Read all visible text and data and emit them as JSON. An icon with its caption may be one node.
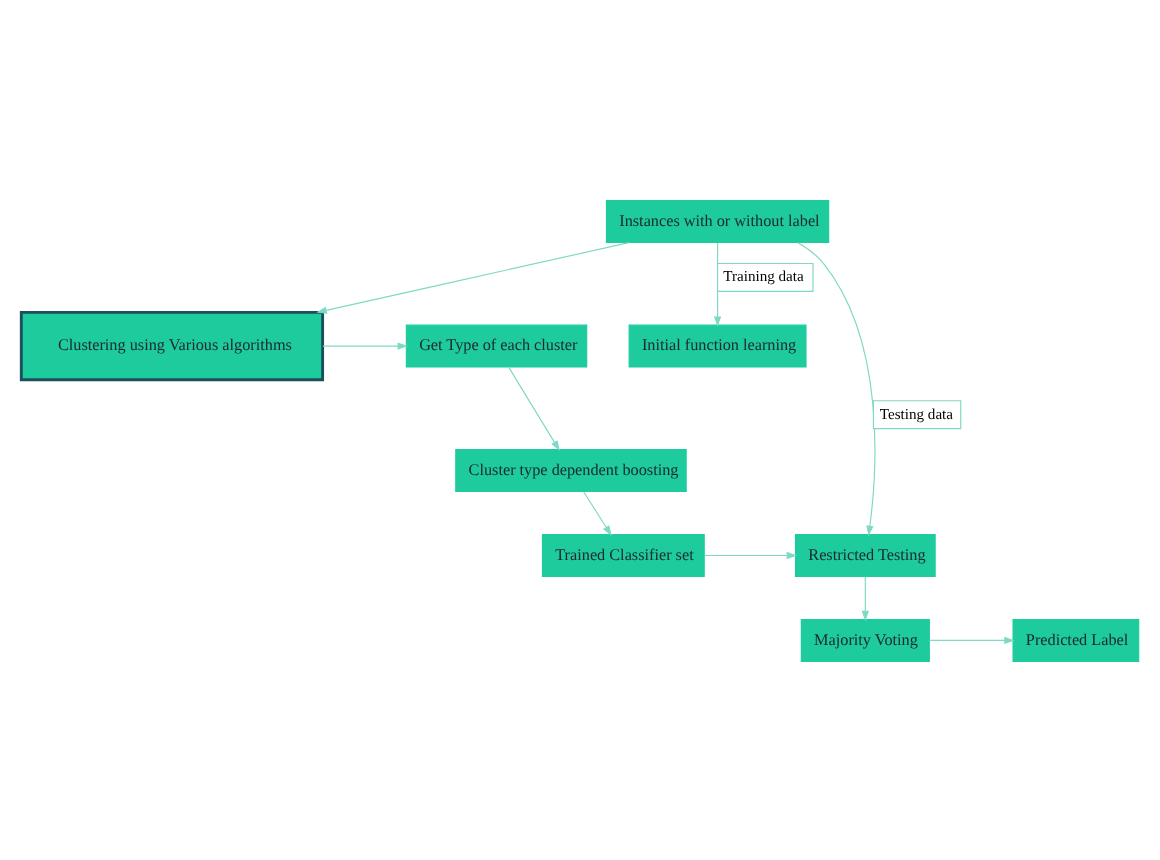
{
  "diagram": {
    "nodes": [
      {
        "text": [
          "Clustering using Various algorithms"
        ]
      },
      {
        "text": [
          "Initial function learning"
        ]
      },
      {
        "text": [
          "Get Type of each cluster"
        ]
      },
      {
        "text": [
          "Instances with or without label"
        ]
      },
      {
        "text": [
          "Cluster type dependent boosting"
        ]
      },
      {
        "text": [
          "Restricted Testing"
        ]
      },
      {
        "text": [
          "Trained Classifier set"
        ]
      },
      {
        "text": [
          "Majority Voting"
        ]
      },
      {
        "text": [
          "Predicted Label"
        ]
      }
    ],
    "edges": [
      {
        "from": 3,
        "to": 0,
        "arrow": "to"
      },
      {
        "from": 3,
        "to": 1,
        "label": "Training data",
        "arrow": "to"
      },
      {
        "from": 3,
        "to": 5,
        "label": "Testing data",
        "arrow": "to"
      },
      {
        "from": 0,
        "to": 2,
        "arrow": "to"
      },
      {
        "from": 2,
        "to": 4,
        "arrow": "to"
      },
      {
        "from": 4,
        "to": 6,
        "arrow": "to"
      },
      {
        "from": 6,
        "to": 5,
        "arrow": "to"
      },
      {
        "from": 5,
        "to": 7,
        "arrow": "to"
      },
      {
        "from": 7,
        "to": 8,
        "arrow": "to"
      }
    ]
  }
}
